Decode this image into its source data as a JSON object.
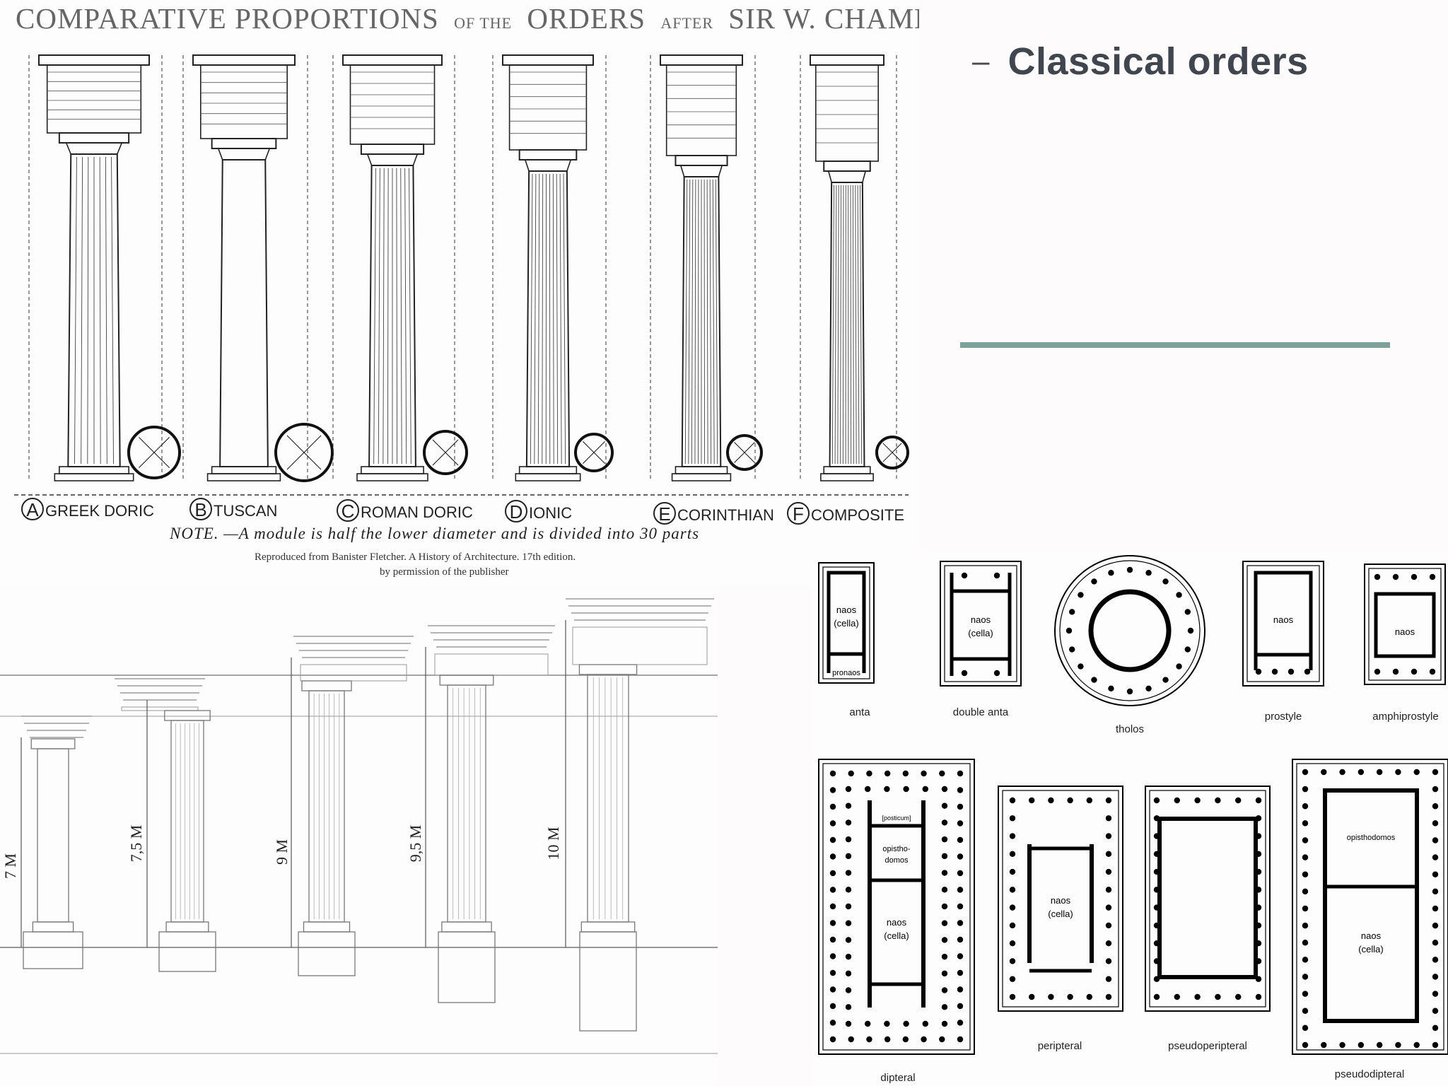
{
  "slide": {
    "bullet": "–",
    "heading": "Classical orders",
    "accent_color": "#7ba39a"
  },
  "chambers_plate": {
    "title_parts": [
      "COMPARATIVE PROPORTIONS",
      "OF THE",
      "ORDERS",
      "AFTER",
      "SIR W. CHAMBERS"
    ],
    "orders": [
      {
        "letter": "A",
        "name": "GREEK DORIC"
      },
      {
        "letter": "B",
        "name": "TUSCAN"
      },
      {
        "letter": "C",
        "name": "ROMAN DORIC"
      },
      {
        "letter": "D",
        "name": "IONIC"
      },
      {
        "letter": "E",
        "name": "CORINTHIAN"
      },
      {
        "letter": "F",
        "name": "COMPOSITE"
      }
    ],
    "note": "NOTE. —A module is half the lower diameter and is divided into 30 parts",
    "credit_line1": "Reproduced from Banister Fletcher. A History of Architecture. 17th edition.",
    "credit_line2": "by permission of the publisher"
  },
  "column_heights": {
    "labels": [
      "7 M",
      "7,5 M",
      "9 M",
      "9,5 M",
      "10 M"
    ]
  },
  "temple_plans": {
    "row1": [
      {
        "label": "anta",
        "inner": [
          "naos",
          "(cella)"
        ],
        "extra": "pronaos"
      },
      {
        "label": "double anta",
        "inner": [
          "naos",
          "(cella)"
        ]
      },
      {
        "label": "tholos"
      },
      {
        "label": "prostyle",
        "inner": [
          "naos"
        ]
      },
      {
        "label": "amphiprostyle",
        "inner": [
          "naos"
        ]
      }
    ],
    "row2": [
      {
        "label": "dipteral",
        "inner_top": "[posticum]",
        "inner_mid": [
          "opistho-",
          "domos"
        ],
        "inner_bottom": [
          "naos",
          "(cella)"
        ]
      },
      {
        "label": "peripteral",
        "inner": [
          "naos",
          "(cella)"
        ]
      },
      {
        "label": "pseudoperipteral"
      },
      {
        "label": "pseudodipteral",
        "inner_top": "opisthodomos",
        "inner_bottom": [
          "naos",
          "(cella)"
        ]
      }
    ]
  }
}
